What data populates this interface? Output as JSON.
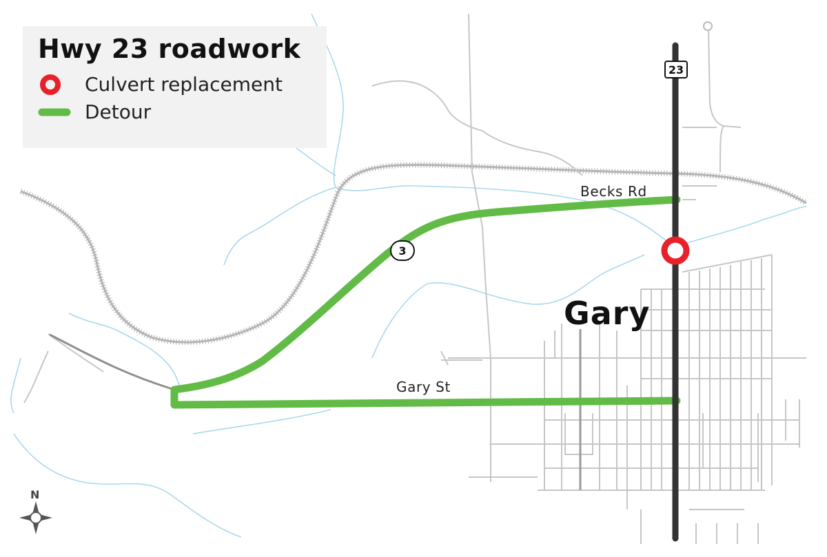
{
  "legend": {
    "title": "Hwy 23 roadwork",
    "items": [
      {
        "label": "Culvert replacement",
        "symbol": "red-ring-icon"
      },
      {
        "label": "Detour",
        "symbol": "green-line-icon"
      }
    ]
  },
  "labels": {
    "town": "Gary",
    "becks_rd": "Becks Rd",
    "gary_st": "Gary St"
  },
  "shields": {
    "hwy23": "23",
    "hwy3": "3"
  },
  "compass": {
    "north": "N",
    "icon": "compass-rose-icon"
  },
  "colors": {
    "detour": "#62bb46",
    "culvert": "#e8202a",
    "highway": "#333333",
    "street": "#c8c8c8",
    "river": "#9ed3ea",
    "railroad": "#b8b8b8",
    "legend_bg": "#f2f2f2"
  }
}
